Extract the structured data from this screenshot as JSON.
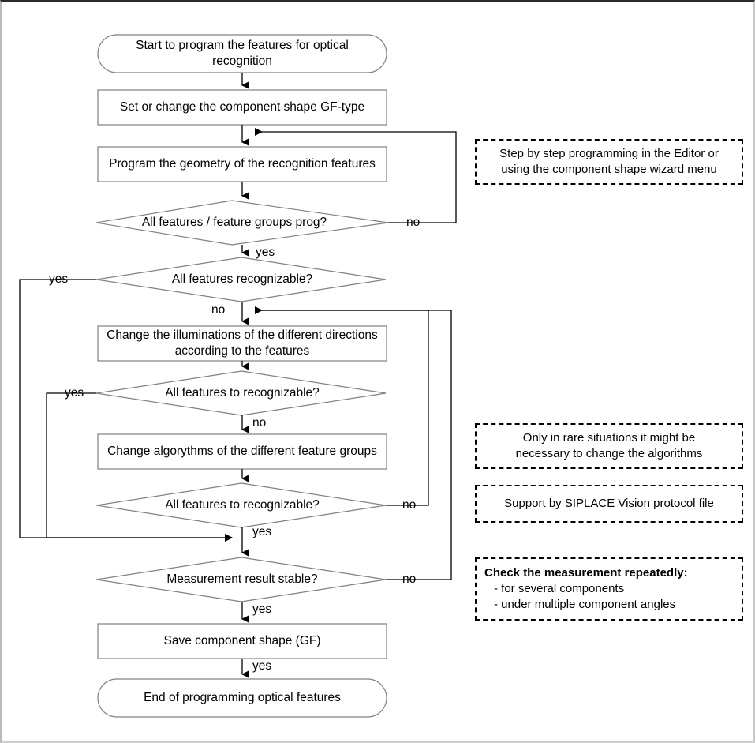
{
  "diagram": {
    "title": "Programming optical recognition features flowchart",
    "nodes": [
      {
        "id": "start",
        "type": "terminator",
        "text": "Start to program the features for optical recognition"
      },
      {
        "id": "set_gf",
        "type": "process",
        "text": "Set or change the component shape GF-type"
      },
      {
        "id": "program_geom",
        "type": "process",
        "text": "Program the geometry of the recognition features"
      },
      {
        "id": "dec_prog",
        "type": "decision",
        "text": "All features / feature groups prog?"
      },
      {
        "id": "dec_recog1",
        "type": "decision",
        "text": "All features recognizable?"
      },
      {
        "id": "change_illum",
        "type": "process",
        "text": "Change the illuminations of the different directions according to the features"
      },
      {
        "id": "dec_recog2",
        "type": "decision",
        "text": "All features to recognizable?"
      },
      {
        "id": "change_algo",
        "type": "process",
        "text": "Change algorythms of the different feature groups"
      },
      {
        "id": "dec_recog3",
        "type": "decision",
        "text": "All features to recognizable?"
      },
      {
        "id": "dec_stable",
        "type": "decision",
        "text": "Measurement result stable?"
      },
      {
        "id": "save_gf",
        "type": "process",
        "text": "Save component shape (GF)"
      },
      {
        "id": "end",
        "type": "terminator",
        "text": "End of programming optical features"
      }
    ],
    "edge_labels": [
      {
        "id": "prog_no",
        "text": "no"
      },
      {
        "id": "prog_yes",
        "text": "yes"
      },
      {
        "id": "recog1_yes",
        "text": "yes"
      },
      {
        "id": "recog1_no",
        "text": "no"
      },
      {
        "id": "recog2_yes",
        "text": "yes"
      },
      {
        "id": "recog2_no",
        "text": "no"
      },
      {
        "id": "recog3_no",
        "text": "no"
      },
      {
        "id": "recog3_yes",
        "text": "yes"
      },
      {
        "id": "stable_no",
        "text": "no"
      },
      {
        "id": "stable_yes",
        "text": "yes"
      },
      {
        "id": "save_yes",
        "text": "yes"
      }
    ],
    "notes": [
      {
        "id": "note-editor",
        "lines": [
          "Step by step programming in the Editor or",
          "using the component shape wizard menu"
        ]
      },
      {
        "id": "note-algorithms",
        "lines": [
          "Only in rare situations it might be",
          "necessary to change the algorithms"
        ]
      },
      {
        "id": "note-protocol",
        "lines": [
          "Support by  SIPLACE Vision protocol file"
        ]
      },
      {
        "id": "note-check",
        "title": "Check the measurement repeatedly:",
        "bullets": [
          "- for several components",
          "- under multiple component angles"
        ]
      }
    ],
    "colors": {
      "line": "#000000",
      "shape_stroke": "#808080",
      "text": "#000000",
      "background": "#ffffff",
      "frame_top": "#2b2b2b"
    }
  }
}
